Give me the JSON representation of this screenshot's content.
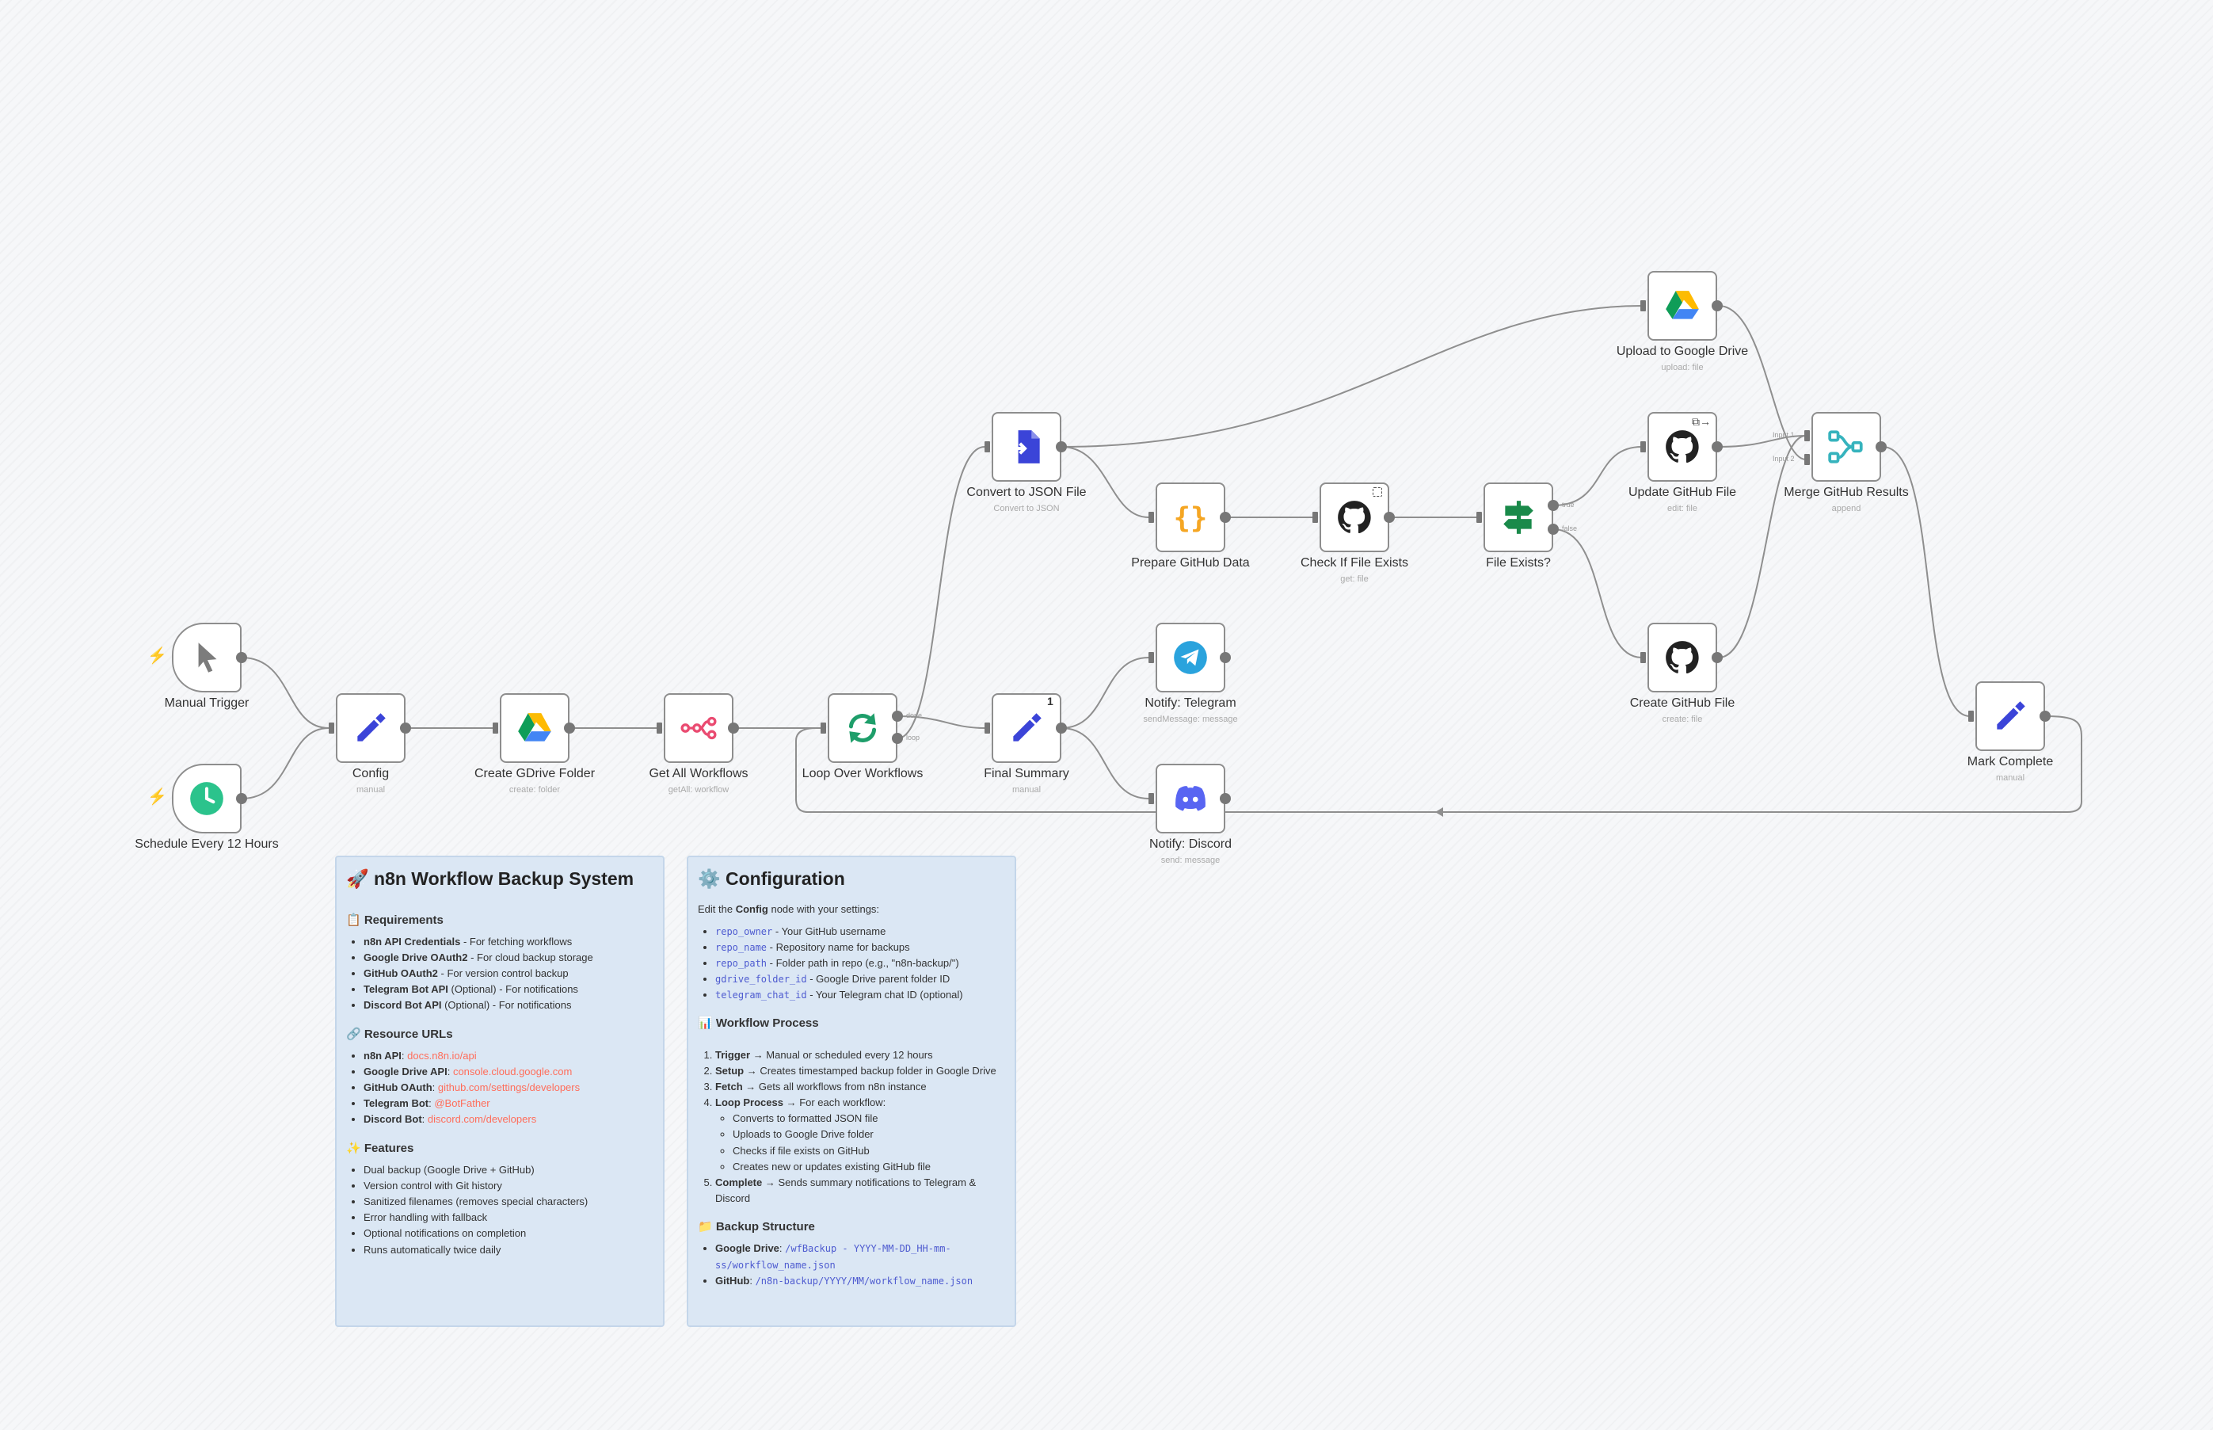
{
  "nodes": {
    "manual_trigger": {
      "label": "Manual Trigger",
      "sub": ""
    },
    "schedule": {
      "label": "Schedule Every 12 Hours",
      "sub": ""
    },
    "config": {
      "label": "Config",
      "sub": "manual"
    },
    "create_folder": {
      "label": "Create GDrive Folder",
      "sub": "create: folder"
    },
    "get_workflows": {
      "label": "Get All Workflows",
      "sub": "getAll: workflow"
    },
    "loop": {
      "label": "Loop Over Workflows",
      "sub": "",
      "out_done": "done",
      "out_loop": "loop"
    },
    "convert": {
      "label": "Convert to JSON File",
      "sub": "Convert to JSON"
    },
    "prepare": {
      "label": "Prepare GitHub Data",
      "sub": ""
    },
    "check": {
      "label": "Check If File Exists",
      "sub": "get: file"
    },
    "exists": {
      "label": "File Exists?",
      "sub": "",
      "out_true": "true",
      "out_false": "false"
    },
    "upload": {
      "label": "Upload to Google Drive",
      "sub": "upload: file"
    },
    "update": {
      "label": "Update GitHub File",
      "sub": "edit: file"
    },
    "create_file": {
      "label": "Create GitHub File",
      "sub": "create: file"
    },
    "merge": {
      "label": "Merge GitHub Results",
      "sub": "append",
      "in1": "Input 1",
      "in2": "Input 2"
    },
    "final": {
      "label": "Final Summary",
      "sub": "manual",
      "badge": "1"
    },
    "telegram": {
      "label": "Notify: Telegram",
      "sub": "sendMessage: message"
    },
    "discord": {
      "label": "Notify: Discord",
      "sub": "send: message"
    },
    "mark": {
      "label": "Mark Complete",
      "sub": "manual"
    }
  },
  "note1": {
    "title": "🚀 n8n Workflow Backup System",
    "req_title": "📋 Requirements",
    "requirements": [
      {
        "name": "n8n API Credentials",
        "text": " - For fetching workflows"
      },
      {
        "name": "Google Drive OAuth2",
        "text": " - For cloud backup storage"
      },
      {
        "name": "GitHub OAuth2",
        "text": " - For version control backup"
      },
      {
        "name": "Telegram Bot API",
        "text": " (Optional) - For notifications"
      },
      {
        "name": "Discord Bot API",
        "text": " (Optional) - For notifications"
      }
    ],
    "urls_title": "🔗 Resource URLs",
    "urls": [
      {
        "name": "n8n API",
        "url": "docs.n8n.io/api"
      },
      {
        "name": "Google Drive API",
        "url": "console.cloud.google.com"
      },
      {
        "name": "GitHub OAuth",
        "url": "github.com/settings/developers"
      },
      {
        "name": "Telegram Bot",
        "url": "@BotFather"
      },
      {
        "name": "Discord Bot",
        "url": "discord.com/developers"
      }
    ],
    "features_title": "✨ Features",
    "features": [
      "Dual backup (Google Drive + GitHub)",
      "Version control with Git history",
      "Sanitized filenames (removes special characters)",
      "Error handling with fallback",
      "Optional notifications on completion",
      "Runs automatically twice daily"
    ]
  },
  "note2": {
    "title": "⚙️ Configuration",
    "intro_pre": "Edit the ",
    "intro_bold": "Config",
    "intro_post": " node with your settings:",
    "settings": [
      {
        "code": "repo_owner",
        "text": " - Your GitHub username"
      },
      {
        "code": "repo_name",
        "text": " - Repository name for backups"
      },
      {
        "code": "repo_path",
        "text": " - Folder path in repo (e.g., \"n8n-backup/\")"
      },
      {
        "code": "gdrive_folder_id",
        "text": " - Google Drive parent folder ID"
      },
      {
        "code": "telegram_chat_id",
        "text": " - Your Telegram chat ID (optional)"
      }
    ],
    "process_title": "📊 Workflow Process",
    "steps": [
      {
        "name": "Trigger",
        "text": " → Manual or scheduled every 12 hours"
      },
      {
        "name": "Setup",
        "text": " → Creates timestamped backup folder in Google Drive"
      },
      {
        "name": "Fetch",
        "text": " → Gets all workflows from n8n instance"
      },
      {
        "name": "Loop Process",
        "text": " → For each workflow:"
      },
      {
        "name": "Complete",
        "text": " → Sends summary notifications to Telegram & Discord"
      }
    ],
    "substeps": [
      "Converts to formatted JSON file",
      "Uploads to Google Drive folder",
      "Checks if file exists on GitHub",
      "Creates new or updates existing GitHub file"
    ],
    "structure_title": "📁 Backup Structure",
    "structure": [
      {
        "name": "Google Drive",
        "path": "/wfBackup - YYYY-MM-DD_HH-mm-ss/workflow_name.json"
      },
      {
        "name": "GitHub",
        "path": "/n8n-backup/YYYY/MM/workflow_name.json"
      }
    ]
  }
}
